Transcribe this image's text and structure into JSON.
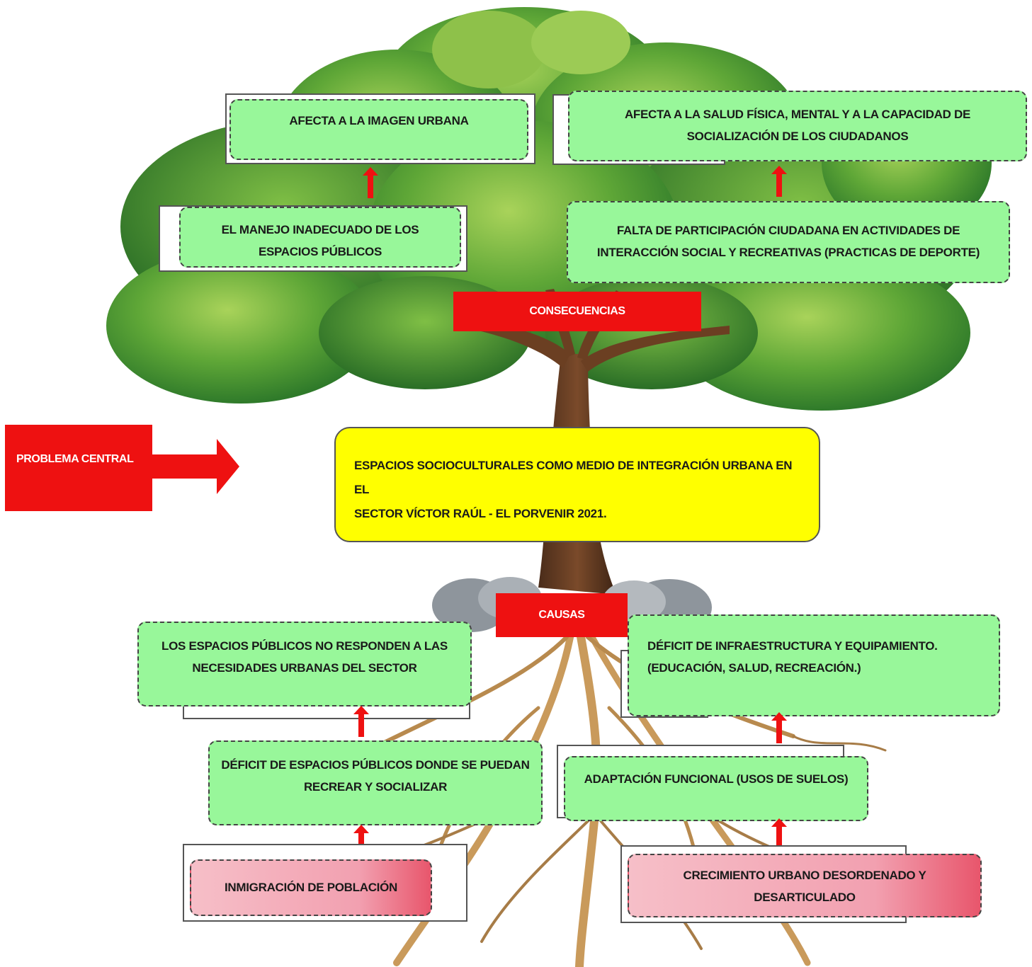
{
  "consecuencias_label": "CONSECUENCIAS",
  "causas_label": "CAUSAS",
  "problema_label": "PROBLEMA CENTRAL",
  "central_problem": {
    "line1": "ESPACIOS SOCIOCULTURALES COMO MEDIO DE INTEGRACIÓN URBANA EN EL",
    "line2": "SECTOR VÍCTOR RAÚL - EL PORVENIR 2021."
  },
  "consequences": {
    "top_left": "AFECTA A LA IMAGEN URBANA",
    "top_right_line1": "AFECTA A LA SALUD FÍSICA, MENTAL Y A LA CAPACIDAD DE",
    "top_right_line2": "SOCIALIZACIÓN DE LOS CIUDADANOS",
    "mid_left_line1": "EL MANEJO INADECUADO DE LOS",
    "mid_left_line2": "ESPACIOS PÚBLICOS",
    "mid_right_line1": "FALTA DE PARTICIPACIÓN CIUDADANA EN ACTIVIDADES DE",
    "mid_right_line2": "INTERACCIÓN SOCIAL Y RECREATIVAS (PRACTICAS DE DEPORTE)"
  },
  "causes": {
    "upper_left_line1": "LOS ESPACIOS PÚBLICOS NO RESPONDEN A LAS",
    "upper_left_line2": "NECESIDADES URBANAS DEL SECTOR",
    "upper_right_line1": "DÉFICIT DE INFRAESTRUCTURA Y EQUIPAMIENTO.",
    "upper_right_line2": "(EDUCACIÓN, SALUD, RECREACIÓN.)",
    "middle_left_line1": "DÉFICIT DE ESPACIOS PÚBLICOS DONDE SE PUEDAN",
    "middle_left_line2": "RECREAR Y SOCIALIZAR",
    "middle_right": "ADAPTACIÓN FUNCIONAL (USOS DE SUELOS)",
    "root_left": "INMIGRACIÓN DE POBLACIÓN",
    "root_right_line1": "CRECIMIENTO URBANO DESORDENADO Y",
    "root_right_line2": "DESARTICULADO"
  },
  "colors": {
    "box_green": "#98f79a",
    "label_red": "#ee1111",
    "central_yellow": "#ffff00",
    "root_pink": "#f2a0b0"
  },
  "icons": [
    "tree-illustration",
    "arrow-up-icon",
    "arrow-right-icon"
  ]
}
